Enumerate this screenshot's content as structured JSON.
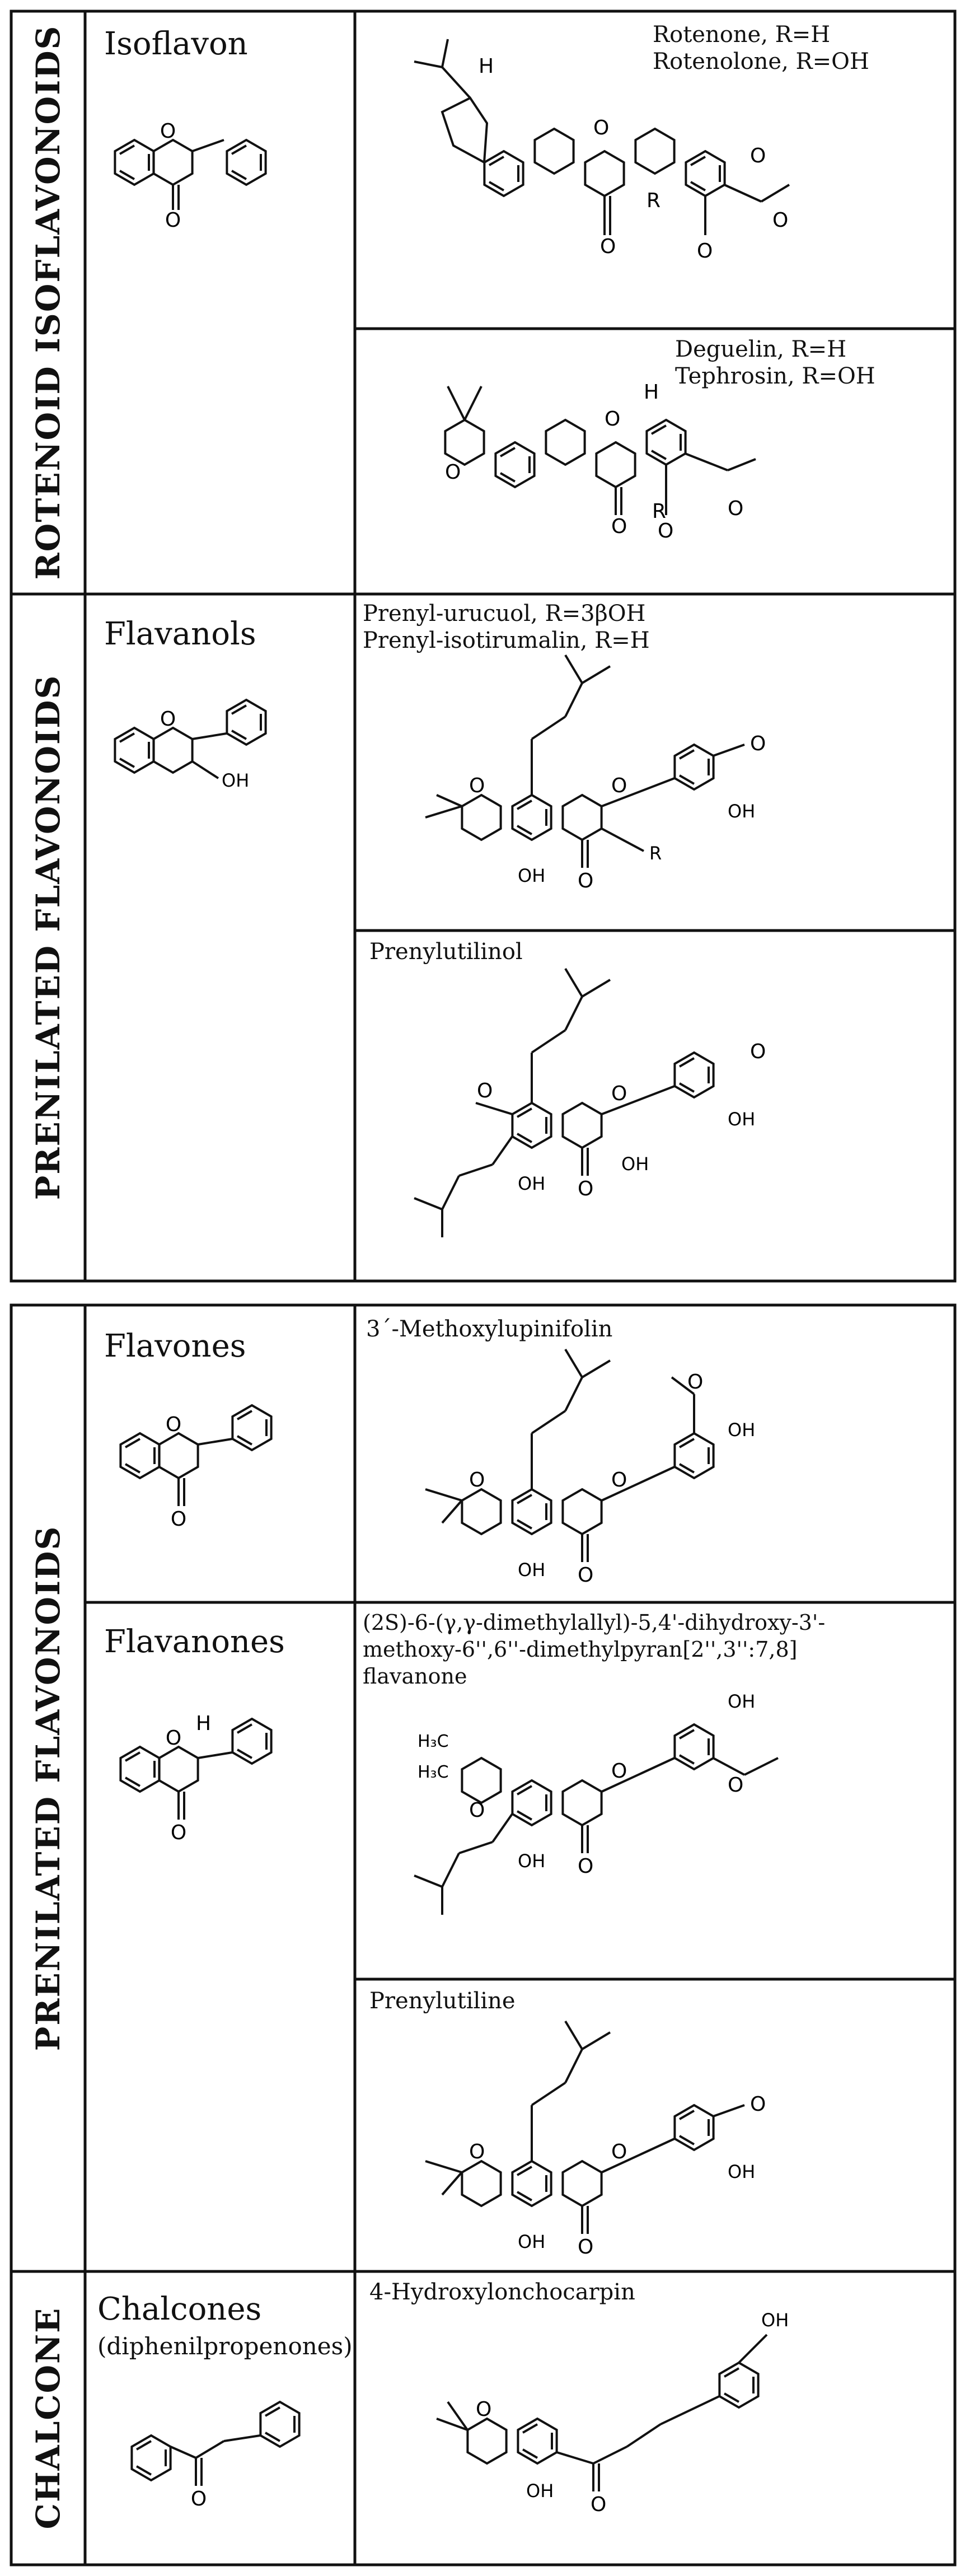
{
  "panels": [
    {
      "rows": [
        {
          "group": "ROTENOID ISOFLAVONOIDS",
          "class_name": "Isoflavon",
          "compounds": [
            {
              "lines": [
                "Rotenone, R=H",
                "Rotenolone, R=OH"
              ],
              "labels": {
                "h": "H",
                "o": "O",
                "r": "R"
              }
            },
            {
              "lines": [
                "Deguelin, R=H",
                "Tephrosin, R=OH"
              ],
              "labels": {
                "h": "H",
                "o": "O",
                "r": "R"
              }
            }
          ]
        },
        {
          "group": "PRENILATED FLAVONOIDS",
          "class_name": "Flavanols",
          "class_labels": {
            "o": "O",
            "oh": "OH"
          },
          "compounds": [
            {
              "lines": [
                "Prenyl-urucuol, R=3βOH",
                "Prenyl-isotirumalin, R=H"
              ],
              "labels": {
                "o": "O",
                "oh": "OH",
                "r": "R"
              }
            },
            {
              "lines": [
                "Prenylutilinol"
              ],
              "labels": {
                "o": "O",
                "oh": "OH"
              }
            }
          ]
        }
      ]
    },
    {
      "rows": [
        {
          "group": "PRENILATED FLAVONOIDS",
          "classes": [
            {
              "class_name": "Flavones",
              "class_labels": {
                "o": "O"
              },
              "compounds": [
                {
                  "lines": [
                    "3´-Methoxylupinifolin"
                  ],
                  "labels": {
                    "o": "O",
                    "oh": "OH"
                  }
                }
              ]
            },
            {
              "class_name": "Flavanones",
              "class_labels": {
                "o": "O",
                "h": "H"
              },
              "compounds": [
                {
                  "lines": [
                    "(2S)-6-(γ,γ-dimethylallyl)-5,4'-dihydroxy-3'-",
                    "methoxy-6'',6''-dimethylpyran[2'',3'':7,8]",
                    "flavanone"
                  ],
                  "labels": {
                    "o": "O",
                    "oh": "OH",
                    "h3c": "H₃C"
                  }
                },
                {
                  "lines": [
                    "Prenylutiline"
                  ],
                  "labels": {
                    "o": "O",
                    "oh": "OH"
                  }
                }
              ]
            }
          ]
        },
        {
          "group": "CHALCONE",
          "class_name": "Chalcones",
          "class_sub": "(diphenilpropenones)",
          "class_labels": {
            "o": "O"
          },
          "compounds": [
            {
              "lines": [
                "4-Hydroxylonchocarpin"
              ],
              "labels": {
                "o": "O",
                "oh": "OH"
              }
            }
          ]
        }
      ]
    }
  ]
}
